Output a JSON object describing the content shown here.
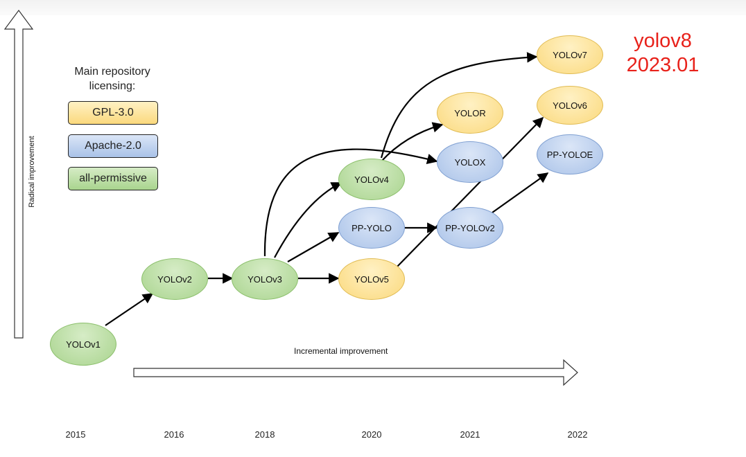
{
  "legend": {
    "title_line1": "Main repository",
    "title_line2": "licensing:",
    "items": [
      {
        "label": "GPL-3.0",
        "color": "#fbd97d"
      },
      {
        "label": "Apache-2.0",
        "color": "#a9c2e8"
      },
      {
        "label": "all-permissive",
        "color": "#a9d48e"
      }
    ]
  },
  "axes": {
    "x_label": "Incremental improvement",
    "y_label": "Radical improvement"
  },
  "years": [
    "2015",
    "2016",
    "2018",
    "2020",
    "2021",
    "2022"
  ],
  "nodes": {
    "yolov1": "YOLOv1",
    "yolov2": "YOLOv2",
    "yolov3": "YOLOv3",
    "yolov4": "YOLOv4",
    "ppyolo": "PP-YOLO",
    "yolov5": "YOLOv5",
    "yolor": "YOLOR",
    "yolox": "YOLOX",
    "ppyolov2": "PP-YOLOv2",
    "yolov7": "YOLOv7",
    "yolov6": "YOLOv6",
    "ppyoloe": "PP-YOLOE"
  },
  "annotation": {
    "line1": "yolov8",
    "line2": "2023.01",
    "color": "#e8211a"
  }
}
